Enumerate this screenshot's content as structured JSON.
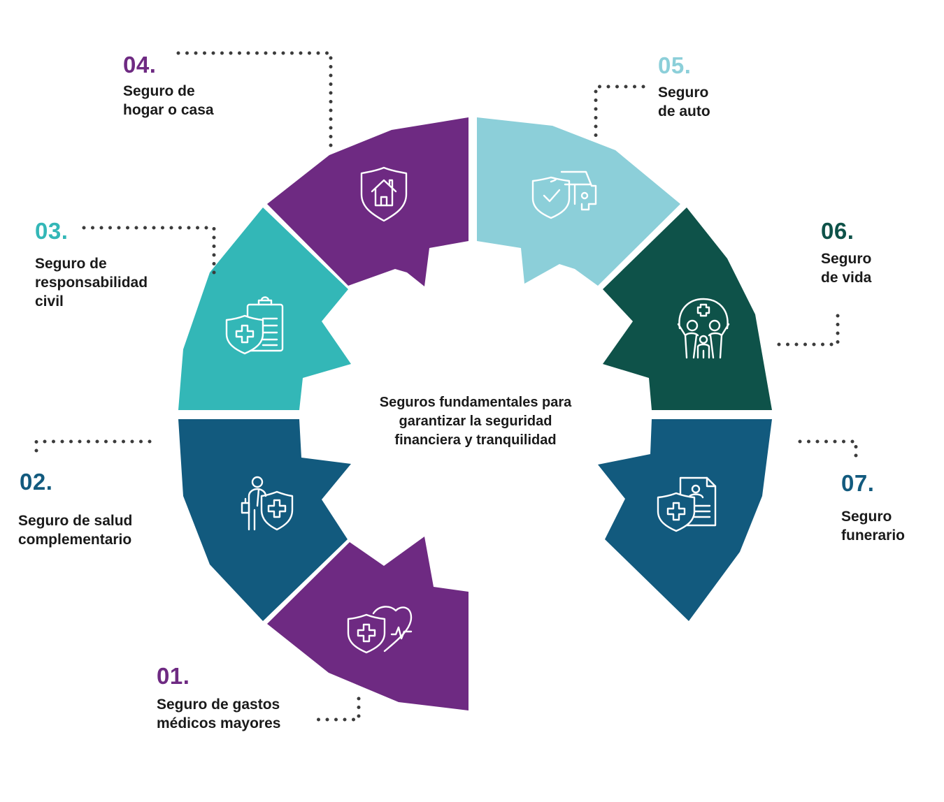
{
  "center": {
    "lines": [
      "Seguros fundamentales para",
      "garantizar la seguridad",
      "financiera y tranquilidad"
    ]
  },
  "items": [
    {
      "number": "01.",
      "lines": [
        "Seguro de gastos",
        "médicos mayores"
      ],
      "color": "#6e2a82",
      "icon": "shield-heart-icon"
    },
    {
      "number": "02.",
      "lines": [
        "Seguro de salud",
        "complementario"
      ],
      "color": "#125a7e",
      "icon": "person-shield-icon"
    },
    {
      "number": "03.",
      "lines": [
        "Seguro de",
        "responsabilidad",
        "civil"
      ],
      "color": "#33b7b7",
      "icon": "shield-clipboard-icon"
    },
    {
      "number": "04.",
      "lines": [
        "Seguro de",
        "hogar o casa"
      ],
      "color": "#6e2a82",
      "icon": "shield-house-icon"
    },
    {
      "number": "05.",
      "lines": [
        "Seguro",
        "de auto"
      ],
      "color": "#8ccfd9",
      "icon": "shield-car-icon"
    },
    {
      "number": "06.",
      "lines": [
        "Seguro",
        "de vida"
      ],
      "color": "#0e5249",
      "icon": "family-icon"
    },
    {
      "number": "07.",
      "lines": [
        "Seguro",
        "funerario"
      ],
      "color": "#125a7e",
      "icon": "shield-document-icon"
    }
  ]
}
